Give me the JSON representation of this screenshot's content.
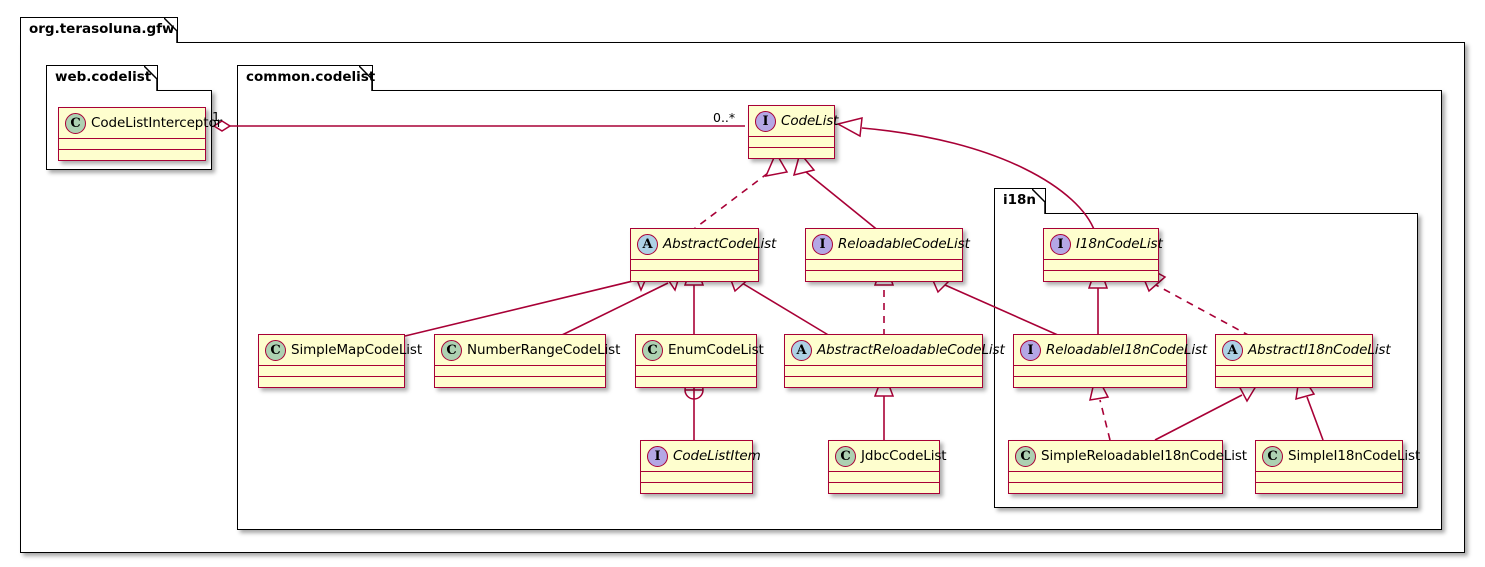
{
  "diagram": {
    "type": "uml-class-diagram",
    "packages": [
      {
        "id": "root",
        "label": "org.terasoluna.gfw"
      },
      {
        "id": "web",
        "label": "web.codelist"
      },
      {
        "id": "common",
        "label": "common.codelist"
      },
      {
        "id": "i18n",
        "label": "i18n"
      }
    ],
    "classes": [
      {
        "id": "codeListInterceptor",
        "name": "CodeListInterceptor",
        "stereotype": "C",
        "italic": false,
        "package": "web"
      },
      {
        "id": "codeList",
        "name": "CodeList",
        "stereotype": "I",
        "italic": true,
        "package": "common"
      },
      {
        "id": "abstractCodeList",
        "name": "AbstractCodeList",
        "stereotype": "A",
        "italic": true,
        "package": "common"
      },
      {
        "id": "reloadableCodeList",
        "name": "ReloadableCodeList",
        "stereotype": "I",
        "italic": true,
        "package": "common"
      },
      {
        "id": "i18nCodeList",
        "name": "I18nCodeList",
        "stereotype": "I",
        "italic": true,
        "package": "i18n"
      },
      {
        "id": "simpleMapCodeList",
        "name": "SimpleMapCodeList",
        "stereotype": "C",
        "italic": false,
        "package": "common"
      },
      {
        "id": "numberRangeCodeList",
        "name": "NumberRangeCodeList",
        "stereotype": "C",
        "italic": false,
        "package": "common"
      },
      {
        "id": "enumCodeList",
        "name": "EnumCodeList",
        "stereotype": "C",
        "italic": false,
        "package": "common"
      },
      {
        "id": "abstractReloadableCodeList",
        "name": "AbstractReloadableCodeList",
        "stereotype": "A",
        "italic": true,
        "package": "common"
      },
      {
        "id": "reloadableI18nCodeList",
        "name": "ReloadableI18nCodeList",
        "stereotype": "I",
        "italic": true,
        "package": "i18n"
      },
      {
        "id": "abstractI18nCodeList",
        "name": "AbstractI18nCodeList",
        "stereotype": "A",
        "italic": true,
        "package": "i18n"
      },
      {
        "id": "codeListItem",
        "name": "CodeListItem",
        "stereotype": "I",
        "italic": true,
        "package": "common"
      },
      {
        "id": "jdbcCodeList",
        "name": "JdbcCodeList",
        "stereotype": "C",
        "italic": false,
        "package": "common"
      },
      {
        "id": "simpleReloadableI18nCodeList",
        "name": "SimpleReloadableI18nCodeList",
        "stereotype": "C",
        "italic": false,
        "package": "i18n"
      },
      {
        "id": "simpleI18nCodeList",
        "name": "SimpleI18nCodeList",
        "stereotype": "C",
        "italic": false,
        "package": "i18n"
      }
    ],
    "relationships": [
      {
        "from": "codeListInterceptor",
        "to": "codeList",
        "kind": "aggregation",
        "sourceLabel": "1",
        "targetLabel": "0..*"
      },
      {
        "from": "abstractCodeList",
        "to": "codeList",
        "kind": "implements"
      },
      {
        "from": "reloadableCodeList",
        "to": "codeList",
        "kind": "extends"
      },
      {
        "from": "i18nCodeList",
        "to": "codeList",
        "kind": "extends"
      },
      {
        "from": "simpleMapCodeList",
        "to": "abstractCodeList",
        "kind": "extends"
      },
      {
        "from": "numberRangeCodeList",
        "to": "abstractCodeList",
        "kind": "extends"
      },
      {
        "from": "enumCodeList",
        "to": "abstractCodeList",
        "kind": "extends"
      },
      {
        "from": "abstractReloadableCodeList",
        "to": "abstractCodeList",
        "kind": "extends"
      },
      {
        "from": "abstractReloadableCodeList",
        "to": "reloadableCodeList",
        "kind": "implements"
      },
      {
        "from": "reloadableI18nCodeList",
        "to": "reloadableCodeList",
        "kind": "extends"
      },
      {
        "from": "reloadableI18nCodeList",
        "to": "i18nCodeList",
        "kind": "extends"
      },
      {
        "from": "abstractI18nCodeList",
        "to": "i18nCodeList",
        "kind": "implements"
      },
      {
        "from": "enumCodeList",
        "to": "codeListItem",
        "kind": "nested"
      },
      {
        "from": "jdbcCodeList",
        "to": "abstractReloadableCodeList",
        "kind": "extends"
      },
      {
        "from": "simpleReloadableI18nCodeList",
        "to": "reloadableI18nCodeList",
        "kind": "implements"
      },
      {
        "from": "simpleReloadableI18nCodeList",
        "to": "abstractI18nCodeList",
        "kind": "extends"
      },
      {
        "from": "simpleI18nCodeList",
        "to": "abstractI18nCodeList",
        "kind": "extends"
      }
    ],
    "colors": {
      "box_fill": "#FEFECE",
      "box_border": "#A80036",
      "edge": "#A80036",
      "package_border": "#000000",
      "icon_interface": "#B4A7E5",
      "icon_abstract": "#ADD1E5",
      "icon_class": "#ADD1B2",
      "background": "#FFFFFF"
    },
    "labels": {
      "multiplicity_one": "1",
      "multiplicity_many": "0..*"
    }
  }
}
